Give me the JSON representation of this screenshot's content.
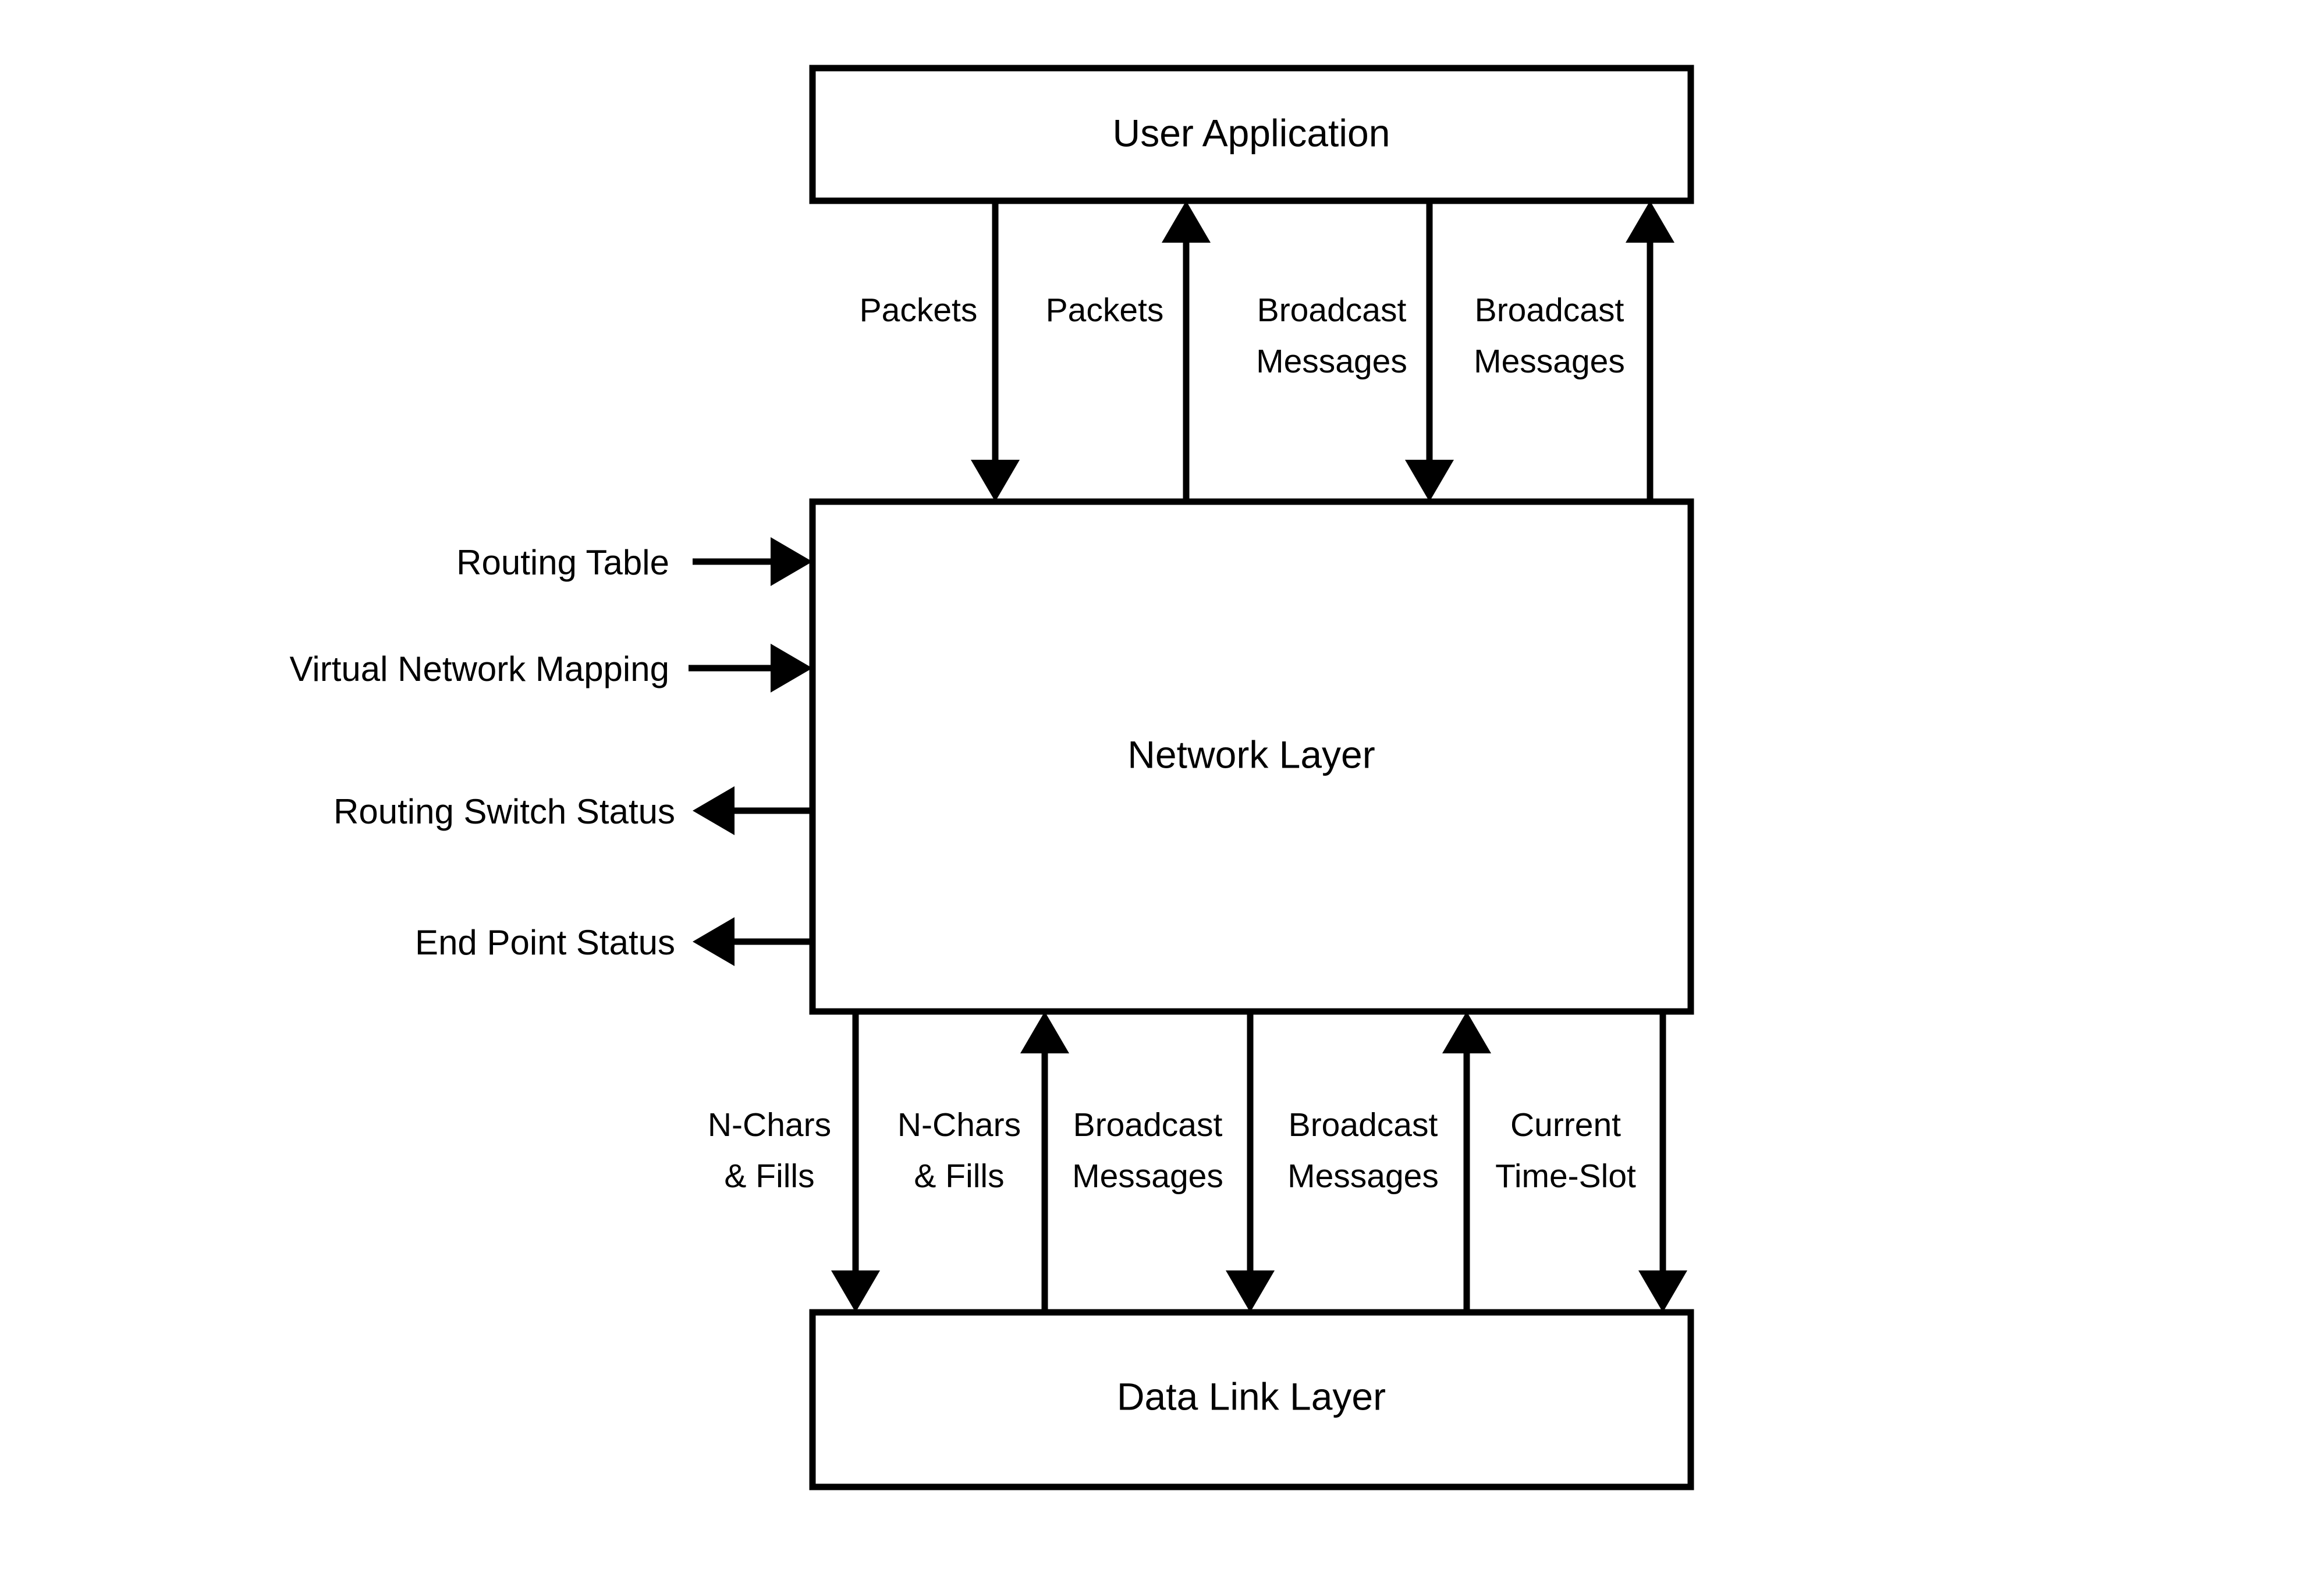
{
  "diagram": {
    "title": "Network Layer interface block diagram",
    "background_color": "#ffffff",
    "stroke_color": "#000000",
    "boxes": [
      {
        "id": "user-application",
        "label": "User Application"
      },
      {
        "id": "network-layer",
        "label": "Network Layer"
      },
      {
        "id": "data-link-layer",
        "label": "Data Link Layer"
      }
    ],
    "top_flows": [
      {
        "id": "packets-down",
        "line1": "Packets",
        "line2": "",
        "direction": "down"
      },
      {
        "id": "packets-up",
        "line1": "Packets",
        "line2": "",
        "direction": "up"
      },
      {
        "id": "broadcast-messages-down",
        "line1": "Broadcast",
        "line2": "Messages",
        "direction": "down"
      },
      {
        "id": "broadcast-messages-up",
        "line1": "Broadcast",
        "line2": "Messages",
        "direction": "up"
      }
    ],
    "left_flows": [
      {
        "id": "routing-table",
        "label": "Routing Table",
        "direction": "in"
      },
      {
        "id": "virtual-network-mapping",
        "label": "Virtual Network Mapping",
        "direction": "in"
      },
      {
        "id": "routing-switch-status",
        "label": "Routing Switch Status",
        "direction": "out"
      },
      {
        "id": "end-point-status",
        "label": "End Point Status",
        "direction": "out"
      }
    ],
    "bottom_flows": [
      {
        "id": "n-chars-fills-down",
        "line1": "N-Chars",
        "line2": "& Fills",
        "direction": "down"
      },
      {
        "id": "n-chars-fills-up",
        "line1": "N-Chars",
        "line2": "& Fills",
        "direction": "up"
      },
      {
        "id": "broadcast-messages-down-2",
        "line1": "Broadcast",
        "line2": "Messages",
        "direction": "down"
      },
      {
        "id": "broadcast-messages-up-2",
        "line1": "Broadcast",
        "line2": "Messages",
        "direction": "up"
      },
      {
        "id": "current-time-slot",
        "line1": "Current",
        "line2": "Time-Slot",
        "direction": "down"
      }
    ]
  }
}
